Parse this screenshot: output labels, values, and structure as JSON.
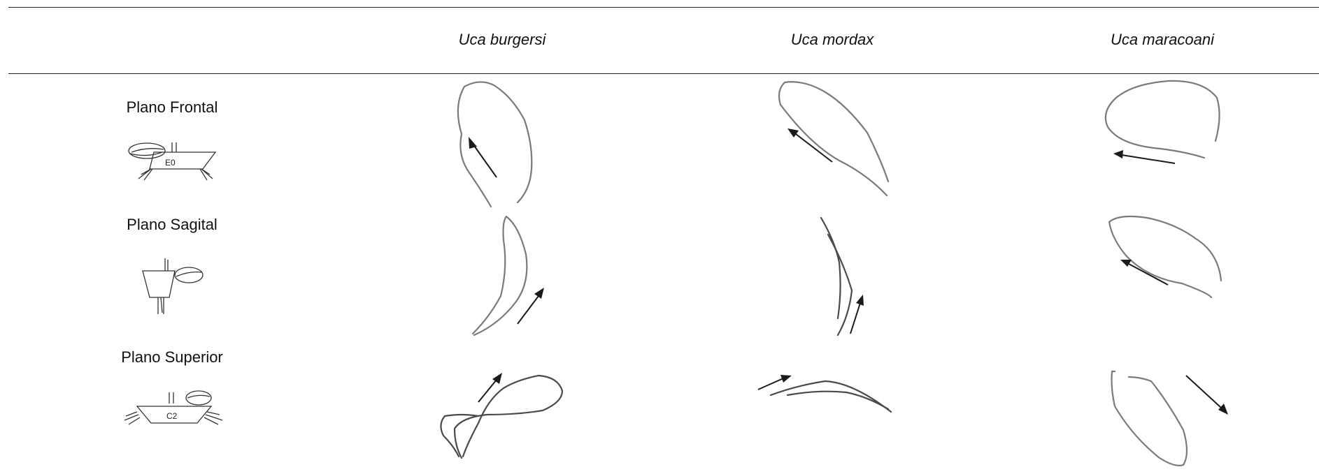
{
  "table": {
    "columns": [
      "Uca burgersi",
      "Uca mordax",
      "Uca maracoani"
    ],
    "rows": [
      {
        "label": "Plano Frontal",
        "icon": "crab-frontal-view-icon",
        "icon_text": "E0"
      },
      {
        "label": "Plano Sagital",
        "icon": "crab-sagittal-view-icon",
        "icon_text": ""
      },
      {
        "label": "Plano Superior",
        "icon": "crab-superior-view-icon",
        "icon_text": "C2"
      }
    ]
  }
}
